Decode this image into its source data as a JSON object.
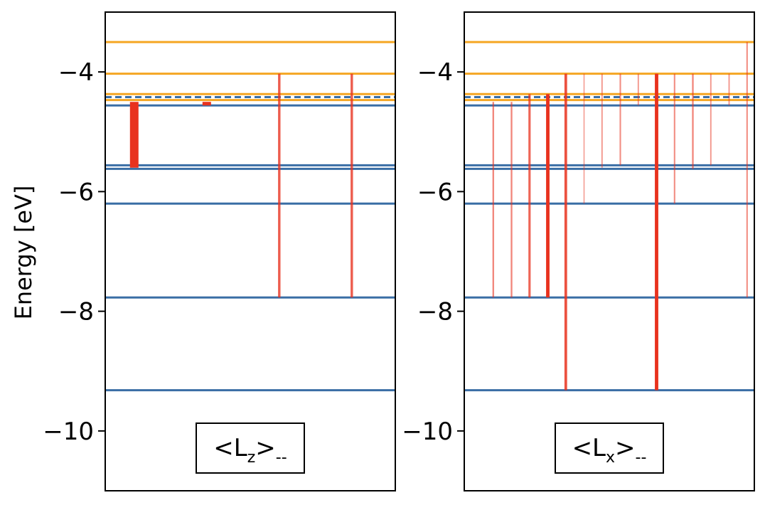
{
  "chart_data": [
    {
      "type": "level-diagram",
      "ylabel": "Energy [eV]",
      "ylim": [
        -11,
        -3
      ],
      "yticks": [
        -4,
        -6,
        -8,
        -10
      ],
      "ytick_labels": [
        "−4",
        "−6",
        "−8",
        "−10"
      ],
      "legend_main": "<L",
      "legend_sub": "z",
      "legend_tail": ">",
      "legend_suffix": "--",
      "colors": {
        "occupied": "#3a6ea5",
        "unoccupied": "#f5a623",
        "transition": "#e8321e",
        "frame": "#000000"
      },
      "occupied_levels": [
        -4.56,
        -5.56,
        -5.62,
        -6.2,
        -7.77,
        -9.32
      ],
      "unoccupied_levels": [
        -3.5,
        -4.03,
        -4.37,
        -4.47
      ],
      "fermi_level": -4.42,
      "transitions": [
        {
          "x": 0.1,
          "from": -5.6,
          "to": -4.5,
          "weight": 1.0
        },
        {
          "x": 0.35,
          "from": -4.56,
          "to": -4.5,
          "weight": 1.0
        },
        {
          "x": 0.6,
          "from": -7.77,
          "to": -4.03,
          "weight": 0.22
        },
        {
          "x": 0.85,
          "from": -7.77,
          "to": -4.03,
          "weight": 0.22
        }
      ]
    },
    {
      "type": "level-diagram",
      "ylabel": "",
      "ylim": [
        -11,
        -3
      ],
      "yticks": [
        -4,
        -6,
        -8,
        -10
      ],
      "ytick_labels": [
        "−4",
        "−6",
        "−8",
        "−10"
      ],
      "legend_main": "<L",
      "legend_sub": "x",
      "legend_tail": ">",
      "legend_suffix": "--",
      "colors": {
        "occupied": "#3a6ea5",
        "unoccupied": "#f5a623",
        "transition": "#e8321e",
        "frame": "#000000"
      },
      "occupied_levels": [
        -4.56,
        -5.56,
        -5.62,
        -6.2,
        -7.77,
        -9.32
      ],
      "unoccupied_levels": [
        -3.5,
        -4.03,
        -4.37,
        -4.47
      ],
      "fermi_level": -4.42,
      "transitions": [
        {
          "x": 0.1,
          "from": -7.77,
          "to": -4.5,
          "weight": 0.12
        },
        {
          "x": 0.163,
          "from": -7.77,
          "to": -4.5,
          "weight": 0.12
        },
        {
          "x": 0.225,
          "from": -7.77,
          "to": -4.37,
          "weight": 0.2
        },
        {
          "x": 0.288,
          "from": -7.77,
          "to": -4.37,
          "weight": 0.35
        },
        {
          "x": 0.35,
          "from": -9.32,
          "to": -4.03,
          "weight": 0.25
        },
        {
          "x": 0.413,
          "from": -6.2,
          "to": -4.03,
          "weight": 0.06
        },
        {
          "x": 0.475,
          "from": -5.6,
          "to": -4.03,
          "weight": 0.08
        },
        {
          "x": 0.538,
          "from": -5.56,
          "to": -4.03,
          "weight": 0.1
        },
        {
          "x": 0.6,
          "from": -4.56,
          "to": -4.03,
          "weight": 0.08
        },
        {
          "x": 0.663,
          "from": -9.32,
          "to": -4.03,
          "weight": 0.35
        },
        {
          "x": 0.725,
          "from": -6.2,
          "to": -4.03,
          "weight": 0.1
        },
        {
          "x": 0.788,
          "from": -5.62,
          "to": -4.03,
          "weight": 0.12
        },
        {
          "x": 0.85,
          "from": -5.56,
          "to": -4.03,
          "weight": 0.08
        },
        {
          "x": 0.913,
          "from": -4.56,
          "to": -4.03,
          "weight": 0.08
        },
        {
          "x": 0.975,
          "from": -7.77,
          "to": -3.5,
          "weight": 0.1
        }
      ]
    }
  ]
}
